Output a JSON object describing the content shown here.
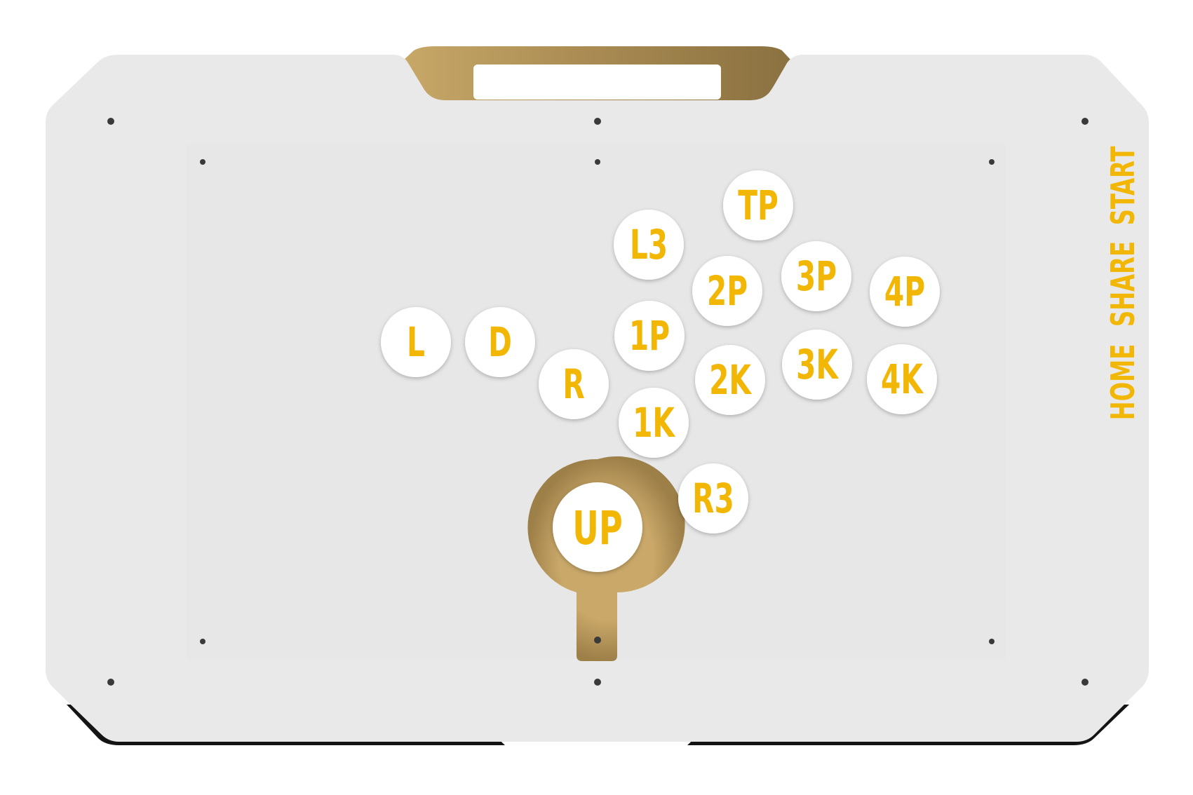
{
  "panel": {
    "name": "arcade-controller-top-panel",
    "accent_color": "#f2b705",
    "button_fill": "#ffffff",
    "panel_color": "#e9e9e9",
    "handle_color": "#b8955a",
    "base_color": "#141414"
  },
  "buttons": [
    {
      "id": "tp",
      "label": "TP"
    },
    {
      "id": "l3",
      "label": "L3"
    },
    {
      "id": "2p",
      "label": "2P"
    },
    {
      "id": "3p",
      "label": "3P"
    },
    {
      "id": "4p",
      "label": "4P"
    },
    {
      "id": "l",
      "label": "L"
    },
    {
      "id": "d",
      "label": "D"
    },
    {
      "id": "1p",
      "label": "1P"
    },
    {
      "id": "r",
      "label": "R"
    },
    {
      "id": "2k",
      "label": "2K"
    },
    {
      "id": "3k",
      "label": "3K"
    },
    {
      "id": "4k",
      "label": "4K"
    },
    {
      "id": "1k",
      "label": "1K"
    },
    {
      "id": "r3",
      "label": "R3"
    },
    {
      "id": "up",
      "label": "UP"
    }
  ],
  "side_buttons": [
    {
      "id": "start",
      "label": "START"
    },
    {
      "id": "share",
      "label": "SHARE"
    },
    {
      "id": "home",
      "label": "HOME"
    }
  ]
}
